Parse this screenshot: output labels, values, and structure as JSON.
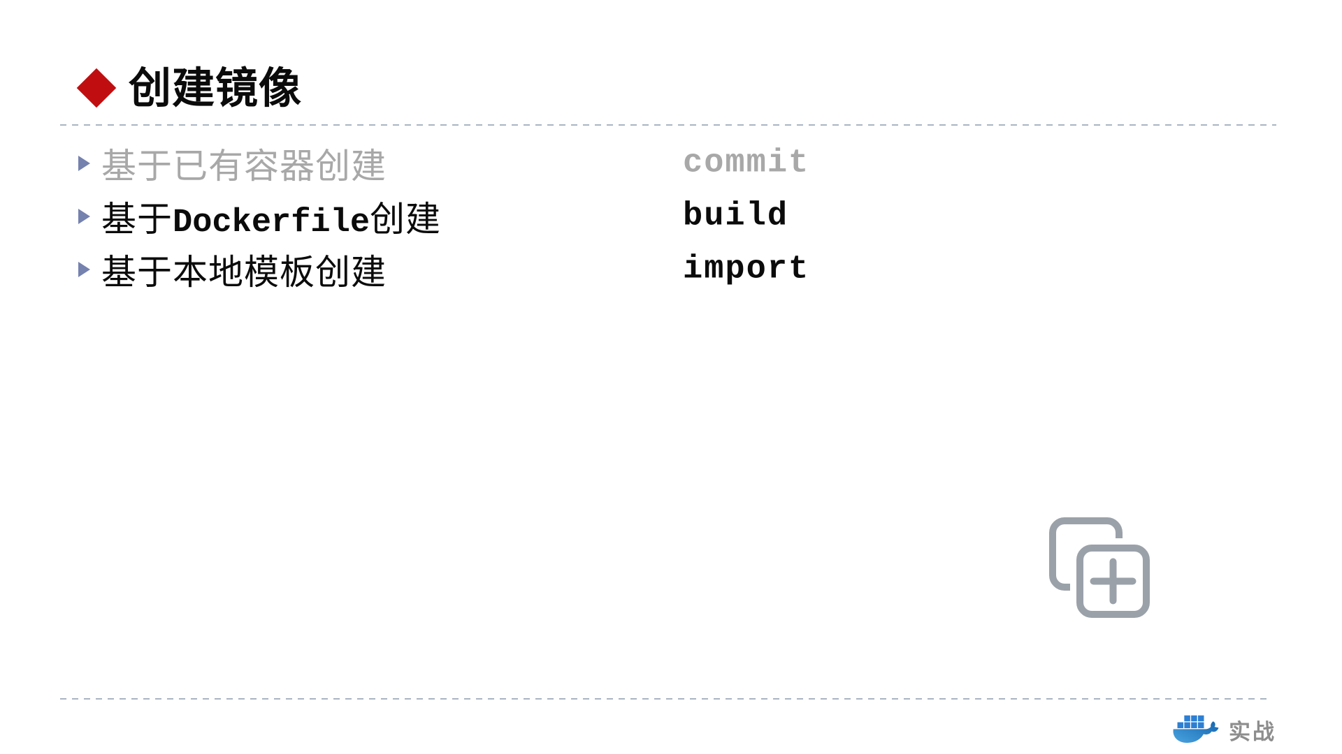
{
  "slide_title": {
    "text": "创建镜像"
  },
  "list": {
    "items": [
      {
        "prefix": "基于已有容器创建",
        "code": "",
        "suffix": "",
        "command": "commit",
        "muted": true
      },
      {
        "prefix": "基于",
        "code": "Dockerfile",
        "suffix": "创建",
        "command": "build",
        "muted": false
      },
      {
        "prefix": "基于本地模板创建",
        "code": "",
        "suffix": "",
        "command": "import",
        "muted": false
      }
    ]
  },
  "footer": {
    "brand_text": "实战"
  },
  "icons": {
    "title_bullet": "red-diamond-icon",
    "list_bullet": "triangle-bullet-icon",
    "corner_icon": "duplicate-plus-icon",
    "brand_icon": "docker-whale-icon"
  },
  "colors": {
    "accent-red": "#C00E10",
    "text-black": "#0B0B0B",
    "muted-gray": "#A8A8A8",
    "bullet-blue": "#7581AE",
    "dash-gray": "#A9B4C2",
    "icon-gray": "#9AA1A9",
    "brand-gray": "#8D8D8D",
    "docker-blue": "#2C7FD3",
    "docker-blue-dark": "#1565AE",
    "docker-blue-light": "#4AA4E0"
  }
}
